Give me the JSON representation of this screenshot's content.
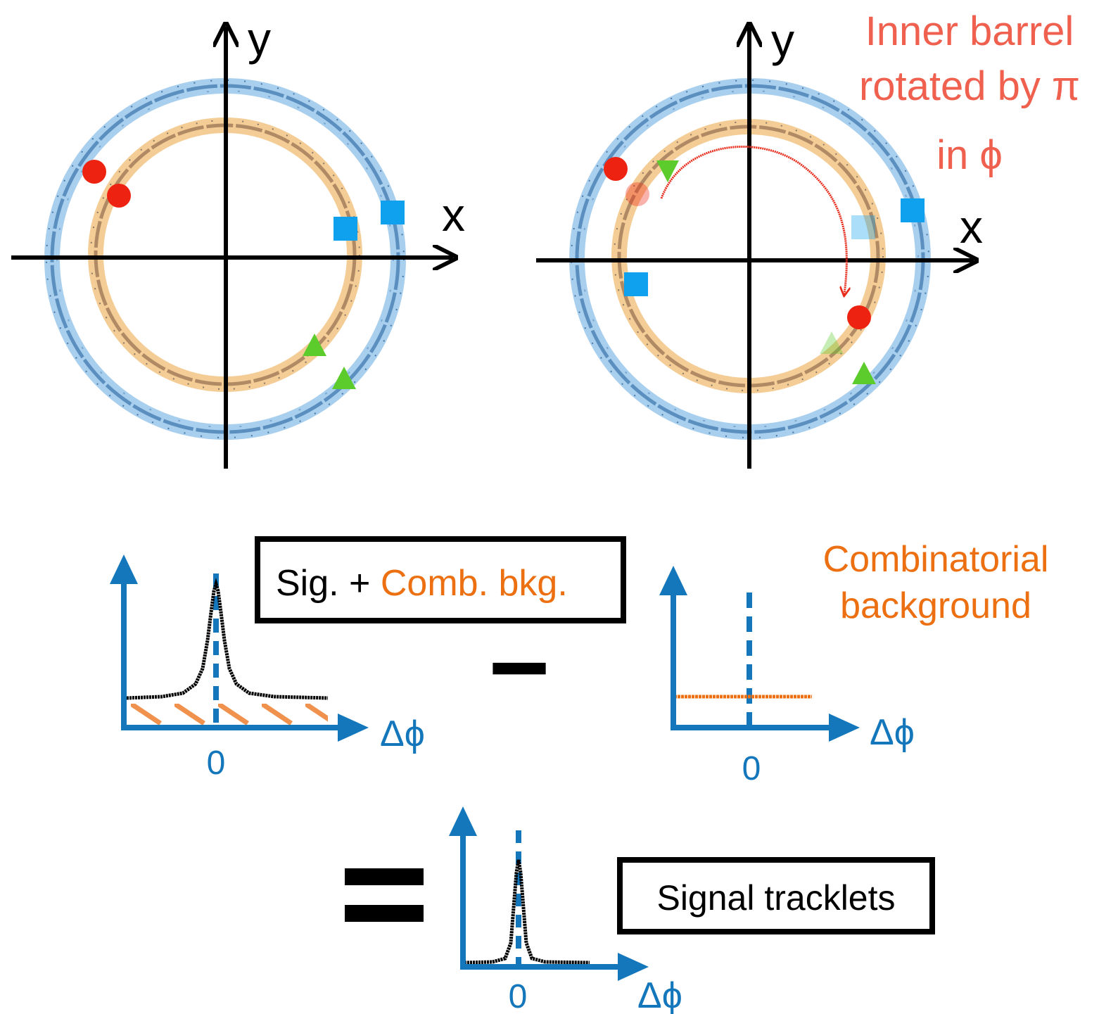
{
  "colors": {
    "blue_axis": "#1477bb",
    "orange": "#ec7011",
    "red_note": "#f0604f",
    "outer_ring": "#8cc1e8",
    "inner_ring": "#f3c98e",
    "hit_red": "#ee2211",
    "hit_blue": "#0fa1ee",
    "hit_green": "#5ccc2c"
  },
  "icons": {
    "hit_circle": "red-circle-marker",
    "hit_square": "blue-square-marker",
    "hit_triangle": "green-triangle-marker"
  },
  "top_left_diagram": {
    "axis_x_label": "x",
    "axis_y_label": "y"
  },
  "top_right_diagram": {
    "axis_x_label": "x",
    "axis_y_label": "y",
    "note_line1": "Inner barrel",
    "note_line2": "rotated by π",
    "note_line3": "in ϕ"
  },
  "left_plot": {
    "box_label_prefix": "Sig. + ",
    "box_label_orange": "Comb. bkg.",
    "x_label": "Δϕ",
    "tick_zero": "0"
  },
  "minus_sign": "−",
  "right_plot": {
    "title_line1": "Combinatorial",
    "title_line2": "background",
    "x_label": "Δϕ",
    "tick_zero": "0"
  },
  "equals_sign": "=",
  "bottom_plot": {
    "box_label": "Signal tracklets",
    "x_label": "Δϕ",
    "tick_zero": "0"
  }
}
